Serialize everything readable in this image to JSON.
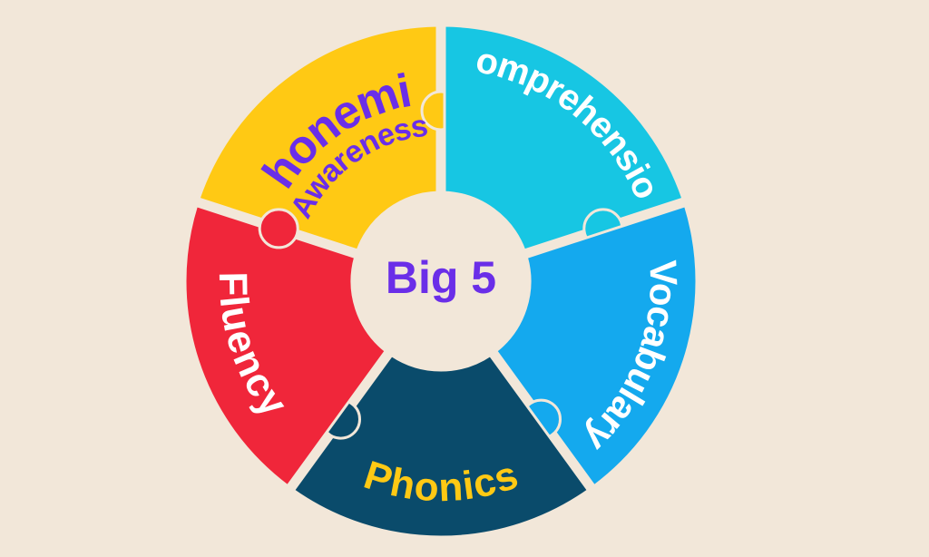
{
  "background": "#f2e7d9",
  "center": {
    "label": "Big 5",
    "fill": "#f2e7d9",
    "text_color": "#6a2ee8"
  },
  "segments": [
    {
      "id": "phonemic-awareness",
      "lines": [
        "Phonemic",
        "Awareness"
      ],
      "fill": "#ffc914",
      "text_color": "#6a2ee8"
    },
    {
      "id": "comprehension",
      "lines": [
        "Comprehension"
      ],
      "fill": "#17c6e3",
      "text_color": "#ffffff"
    },
    {
      "id": "vocabulary",
      "lines": [
        "Vocabulary"
      ],
      "fill": "#14a9ee",
      "text_color": "#ffffff"
    },
    {
      "id": "phonics",
      "lines": [
        "Phonics"
      ],
      "fill": "#0a4b6b",
      "text_color": "#ffc914"
    },
    {
      "id": "fluency",
      "lines": [
        "Fluency"
      ],
      "fill": "#f0263a",
      "text_color": "#ffffff"
    }
  ]
}
